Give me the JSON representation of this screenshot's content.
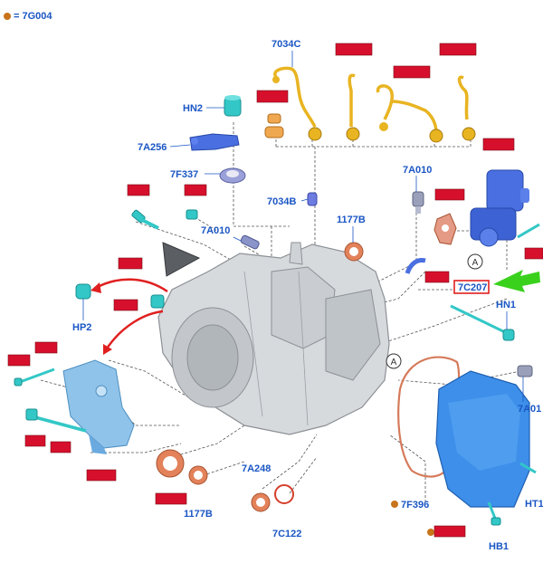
{
  "legend": {
    "text": "= 7G004",
    "dot_color": "#c8741a"
  },
  "colors": {
    "label_blue": "#1a56c4",
    "redact_fill": "#d6102c",
    "redact_text": "#7a0a16",
    "callout_red": "#e02020",
    "pointer_green": "#39d11c",
    "gold_part": "#e8b421",
    "cyan_part": "#33c7c7",
    "blue_part": "#3d6fe0",
    "copper_part": "#e3825a",
    "housing_grey": "#d7dadd"
  },
  "labels": [
    {
      "id": "7034C",
      "text": "7034C"
    },
    {
      "id": "HN2",
      "text": "HN2"
    },
    {
      "id": "7A256",
      "text": "7A256"
    },
    {
      "id": "7F337",
      "text": "7F337"
    },
    {
      "id": "7A010-top",
      "text": "7A010"
    },
    {
      "id": "7034B",
      "text": "7034B"
    },
    {
      "id": "1177B-top",
      "text": "1177B"
    },
    {
      "id": "7A010-mid",
      "text": "7A010"
    },
    {
      "id": "HP2",
      "text": "HP2"
    },
    {
      "id": "7C207",
      "text": "7C207"
    },
    {
      "id": "HN1",
      "text": "HN1"
    },
    {
      "id": "7A01-right",
      "text": "7A01"
    },
    {
      "id": "7A248",
      "text": "7A248"
    },
    {
      "id": "1177B-bottom",
      "text": "1177B"
    },
    {
      "id": "7C122",
      "text": "7C122"
    },
    {
      "id": "7F396",
      "text": "7F396"
    },
    {
      "id": "HT1",
      "text": "HT1"
    },
    {
      "id": "HB1",
      "text": "HB1"
    }
  ],
  "callouts": [
    {
      "id": "A-upper",
      "text": "A"
    },
    {
      "id": "A-lower",
      "text": "A"
    }
  ]
}
